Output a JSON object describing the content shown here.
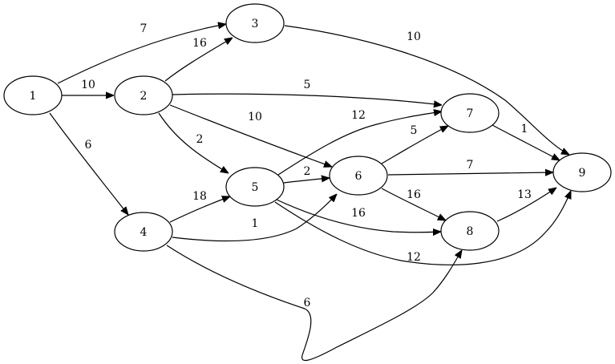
{
  "diagram": {
    "type": "directed-weighted-graph",
    "nodes": [
      {
        "id": "1",
        "label": "1"
      },
      {
        "id": "2",
        "label": "2"
      },
      {
        "id": "3",
        "label": "3"
      },
      {
        "id": "4",
        "label": "4"
      },
      {
        "id": "5",
        "label": "5"
      },
      {
        "id": "6",
        "label": "6"
      },
      {
        "id": "7",
        "label": "7"
      },
      {
        "id": "8",
        "label": "8"
      },
      {
        "id": "9",
        "label": "9"
      }
    ],
    "edges": [
      {
        "from": "1",
        "to": "3",
        "weight": "7"
      },
      {
        "from": "1",
        "to": "2",
        "weight": "10"
      },
      {
        "from": "1",
        "to": "4",
        "weight": "6"
      },
      {
        "from": "2",
        "to": "3",
        "weight": "16"
      },
      {
        "from": "2",
        "to": "7",
        "weight": "5"
      },
      {
        "from": "2",
        "to": "6",
        "weight": "10"
      },
      {
        "from": "2",
        "to": "5",
        "weight": "2"
      },
      {
        "from": "3",
        "to": "9",
        "weight": "10"
      },
      {
        "from": "4",
        "to": "5",
        "weight": "18"
      },
      {
        "from": "4",
        "to": "6",
        "weight": "1"
      },
      {
        "from": "4",
        "to": "8",
        "weight": "6"
      },
      {
        "from": "5",
        "to": "7",
        "weight": "12"
      },
      {
        "from": "5",
        "to": "6",
        "weight": "2"
      },
      {
        "from": "5",
        "to": "8",
        "weight": "16"
      },
      {
        "from": "5",
        "to": "9",
        "weight": "12"
      },
      {
        "from": "6",
        "to": "7",
        "weight": "5"
      },
      {
        "from": "6",
        "to": "9",
        "weight": "7"
      },
      {
        "from": "6",
        "to": "8",
        "weight": "16"
      },
      {
        "from": "7",
        "to": "9",
        "weight": "1"
      },
      {
        "from": "8",
        "to": "9",
        "weight": "13"
      }
    ]
  }
}
